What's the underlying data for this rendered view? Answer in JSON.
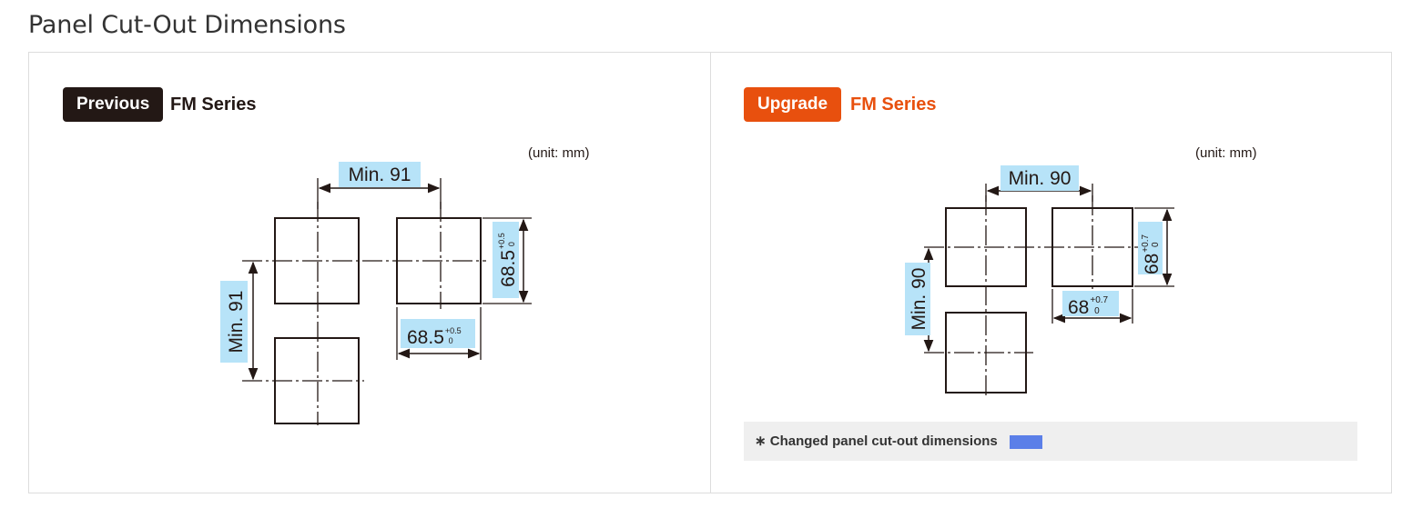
{
  "page_title": "Panel Cut-Out Dimensions",
  "left": {
    "badge": "Previous",
    "series": "FM Series",
    "unit": "(unit: mm)",
    "min_horizontal": "Min. 91",
    "min_vertical": "Min. 91",
    "height_main": "68.5",
    "height_tol_upper": "+0.5",
    "height_tol_lower": "0",
    "width_main": "68.5",
    "width_tol_upper": "+0.5",
    "width_tol_lower": "0"
  },
  "right": {
    "badge": "Upgrade",
    "series": "FM Series",
    "unit": "(unit: mm)",
    "min_horizontal": "Min. 90",
    "min_vertical": "Min. 90",
    "height_main": "68",
    "height_tol_upper": "+0.7",
    "height_tol_lower": "0",
    "width_main": "68",
    "width_tol_upper": "+0.7",
    "width_tol_lower": "0",
    "note": "∗ Changed panel cut-out dimensions"
  },
  "colors": {
    "previous_badge": "#231815",
    "upgrade_badge": "#e8500e",
    "upgrade_text": "#e8500e",
    "dimension_highlight": "#b7e3f8",
    "changed_swatch": "#5b7fe8",
    "line": "#231815"
  }
}
